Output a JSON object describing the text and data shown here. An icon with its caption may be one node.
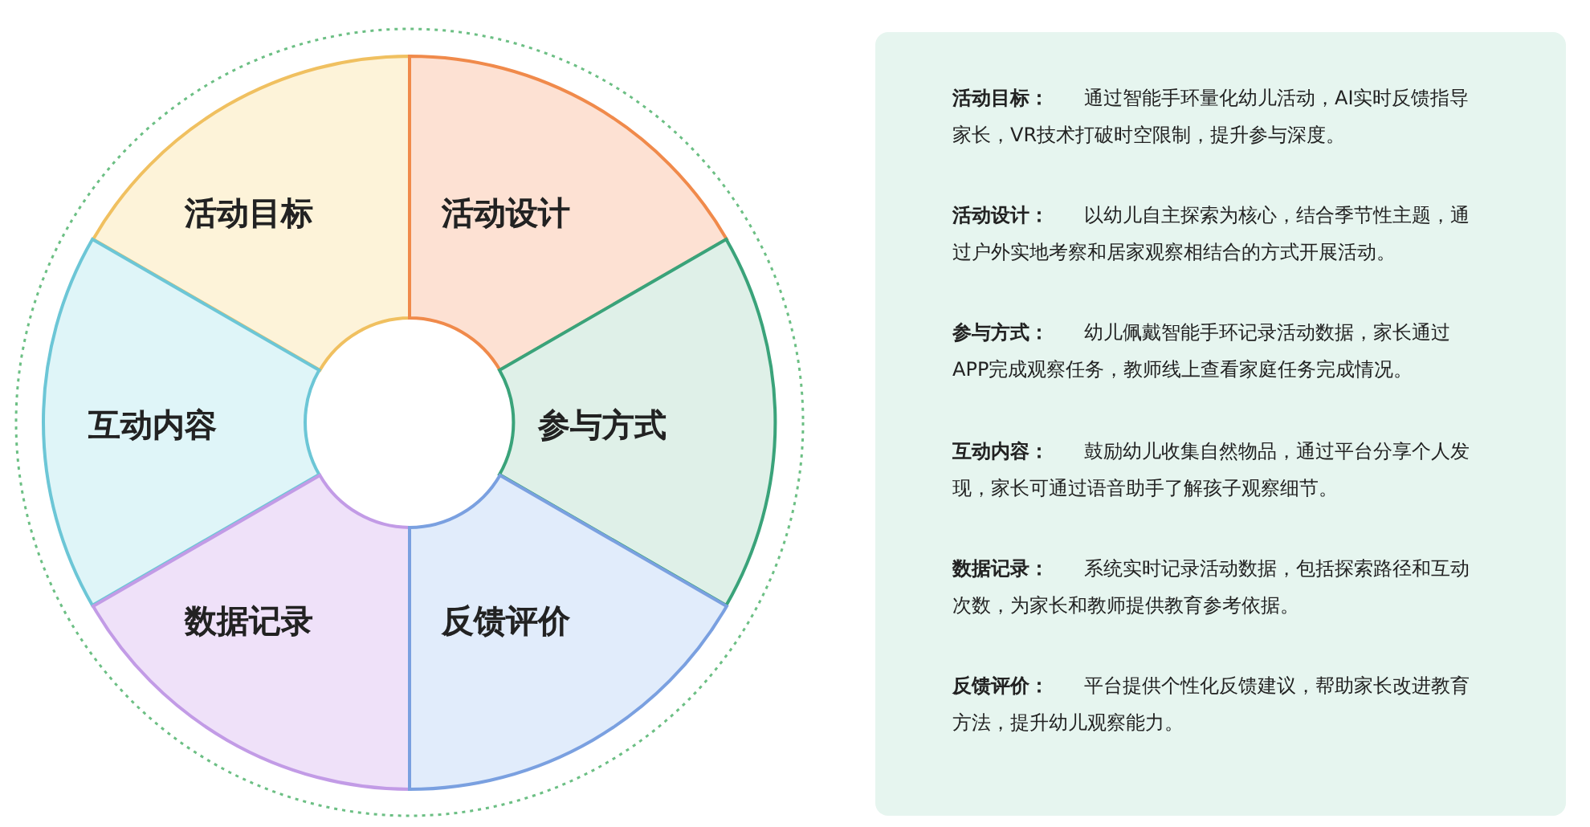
{
  "diagram": {
    "nodes": [
      {
        "text": [
          "活动目标"
        ]
      },
      {
        "text": [
          "活动设计"
        ]
      },
      {
        "text": [
          "参与方式"
        ]
      },
      {
        "text": [
          "互动内容"
        ]
      },
      {
        "text": [
          "数据记录"
        ]
      },
      {
        "text": [
          "反馈评价"
        ]
      },
      {
        "text": [
          "活动目标：",
          "通过智能手环量化幼儿活动，AI实时反馈指导家长，VR技术打破时空限制，提升参与深度。",
          "活动设计：",
          "以幼儿自主探索为核心，结合季节性主题，通过户外实地考察和居家观察相结合的方式开展活动。",
          "参与方式：",
          "幼儿佩戴智能手环记录活动数据，家长通过APP完成观察任务，教师线上查看家庭任务完成情况。",
          "互动内容：",
          "鼓励幼儿收集自然物品，通过平台分享个人发现，家长可通过语音助手了解孩子观察细节。",
          "数据记录：",
          "系统实时记录活动数据，包括探索路径和互动次数，为家长和教师提供教育参考依据。",
          "反馈评价：",
          "平台提供个性化反馈建议，帮助家长改进教育方法，提升幼儿观察能力。"
        ]
      }
    ]
  }
}
